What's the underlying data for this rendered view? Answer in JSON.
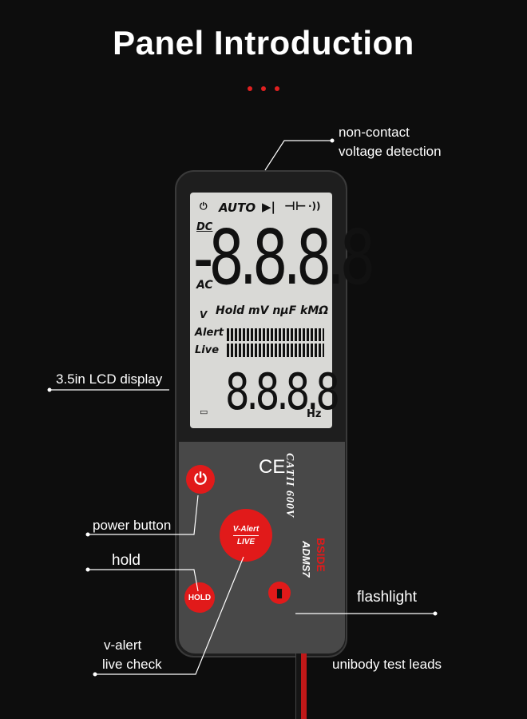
{
  "title": "Panel Introduction",
  "labels": {
    "ncv_line1": "non-contact",
    "ncv_line2": "voltage detection",
    "lcd": "3.5in LCD display",
    "power": "power button",
    "hold": "hold",
    "valert_line1": "v-alert",
    "valert_line2": "live check",
    "flashlight": "flashlight",
    "leads": "unibody test leads"
  },
  "lcd": {
    "auto": "AUTO",
    "dc": "DC",
    "ac": "AC",
    "main_digits": "-8.8.8.8",
    "units": "Hold mV nμF kMΩ",
    "v": "V",
    "alert": "Alert",
    "live": "Live",
    "sub_digits": "8.8.8.8",
    "hz": "Hz"
  },
  "device": {
    "ce": "CE",
    "cat": "CATII 600V",
    "brand": "BSIDE",
    "model": "ADMS7",
    "valert_top": "V-Alert",
    "valert_bottom": "LIVE",
    "hold_btn": "HOLD"
  },
  "colors": {
    "accent": "#e11a1a",
    "background": "#0d0d0d",
    "lcd": "#d9d9d6"
  }
}
